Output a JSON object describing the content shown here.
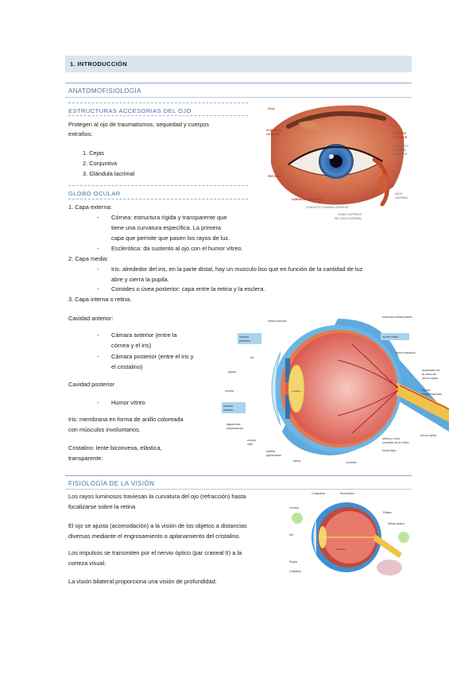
{
  "header": {
    "title": "1. INTRODUCCIÓN"
  },
  "anatomo": {
    "title": "ANATOMOFISIOLOGÍA",
    "estructuras": {
      "title": "ESTRUCTURAS ACCESORIAS DEL OJO",
      "intro_line1": "Protegen al ojo de traumatismos, sequedad y cuerpos",
      "intro_line2": "extraños:",
      "items": [
        "1.   Cejas",
        "2.   Conjuntiva",
        "3.   Glándula lacrimal"
      ]
    },
    "globo": {
      "title": "GLOBO OCULAR",
      "capa_externa": "1.   Capa externa:",
      "cornea_l1": "Córnea: estructura rígida y transparente que",
      "cornea_l2": "tiene una curvatura específica. La primera",
      "cornea_l3": "capa que permite que pasen los rayos de luz.",
      "esclerotica": "Esclerótica: da sustento al ojo con el humor vítreo.",
      "capa_media": "2.   Capa media:",
      "iris_l1": "Iris: alrededor del iris, en la parte distal, hay un musculo liso que en función de la cantidad de luz",
      "iris_l2": "abre y cierra la pupila.",
      "coroides": "Coroides o úvea posterior: capa entre la retina y la esclera.",
      "capa_interna": "3.   Capa interna o retina.",
      "cavidad_anterior": "Cavidad anterior:",
      "camara_ant_l1": "Cámara anterior (entre la",
      "camara_ant_l2": "córnea y el iris)",
      "camara_post_l1": "Cámara posterior (entre el iris y",
      "camara_post_l2": "el cristalino)",
      "cavidad_posterior": "Cavidad posterior",
      "humor_vitreo": "Humor vítreo",
      "iris_def_l1": "Iris: membrana en forma de anillo coloreada",
      "iris_def_l2": "con músculos involuntarios.",
      "cristalino_l1": "Cristalino: lente biconvexa, elástica,",
      "cristalino_l2": "transparente.",
      "dash": "-"
    }
  },
  "fisiologia": {
    "title": "FISIOLOGÍA DE LA VISIÓN",
    "p1_l1": "Los rayos luminosos traviesan la curvatura del ojo (refracción) hasta",
    "p1_l2": "focalizarse sobre la retina",
    "p2_l1": "El ojo se ajusta (acomodación) a la visión de los objetos a distancias",
    "p2_l2": "diversas mediante el engrosamiento o aplanamiento del cristalino.",
    "p3_l1": "Los impulsos se transmiten por el nervio óptico (par craneal II) a la",
    "p3_l2": "corteza visual.",
    "p4": "La visión bilateral proporciona una visión de profundidad."
  },
  "figure1": {
    "labels": [
      "CEJA",
      "GLÁNDULA",
      "LAGRIMAL",
      "PESTAÑAS",
      "PÁRPADO",
      "SUPERIOR",
      "CONDUCTO",
      "LAGRIMAL",
      "SUPERIOR",
      "SACO",
      "LAGRIMAL",
      "CARÚNCULA LAGRIMAL",
      "CONDUCTO LAGRIMAL INFERIOR",
      "FONDO SUPERIOR",
      "DEL SACO LAGRIMAL"
    ]
  },
  "figure2": {
    "labels": {
      "camara_posterior": [
        "cámara",
        "posterior"
      ],
      "orificio": "orificio cerrado",
      "musculos": "músculos extraoculares",
      "humor_vitreo": "humor vítreo",
      "iris": "iris",
      "vasos": "vasos retinianos",
      "pupila": "pupila",
      "duramadre": [
        "duramadre de",
        "la vaina del",
        "nervio óptico"
      ],
      "cornea": "córnea",
      "cristalino": "cristalino",
      "liquido": [
        "líquido",
        "cefalorraquídeo"
      ],
      "camara_anterior": [
        "cámara",
        "anterior"
      ],
      "nervio": "nervio óptico",
      "ligamentos": [
        "ligamentos",
        "suspensorios"
      ],
      "arteria": [
        "arteria y vena",
        "centrales de la retina"
      ],
      "cuerpo": [
        "cuerpo",
        "ciliar"
      ],
      "esclerotica": "esclerótica",
      "epitelio": [
        "epitelio",
        "pigmentado"
      ],
      "retina": "retina",
      "coroides": "coroides"
    }
  },
  "figure3": {
    "labels": [
      "Conjuntiva",
      "Esclerótica",
      "Córnea",
      "Retina",
      "Iris",
      "Cristalino",
      "Nervio óptico",
      "Pupila",
      "Cristalino"
    ]
  },
  "colors": {
    "accent": "#4a72a8",
    "header_bg": "#dbe3ef"
  }
}
